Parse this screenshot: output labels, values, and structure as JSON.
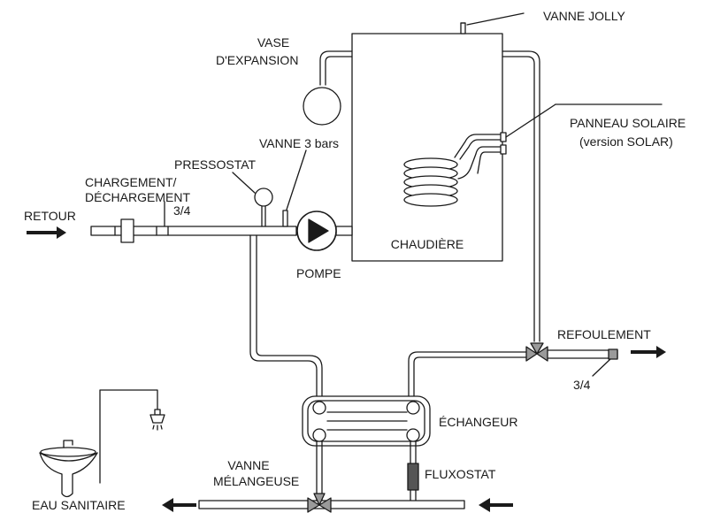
{
  "labels": {
    "vanne_jolly": "VANNE JOLLY",
    "vase_line1": "VASE",
    "vase_line2": "D'EXPANSION",
    "panneau_line1": "PANNEAU SOLAIRE",
    "panneau_line2": "(version SOLAR)",
    "vanne_3bars": "VANNE 3 bars",
    "pressostat": "PRESSOSTAT",
    "chargement_line1": "CHARGEMENT/",
    "chargement_line2": "DÉCHARGEMENT",
    "size_inlet": "3/4",
    "retour": "RETOUR",
    "chaudiere": "CHAUDIÈRE",
    "pompe": "POMPE",
    "refoulement": "REFOULEMENT",
    "size_outlet": "3/4",
    "echangeur": "ÉCHANGEUR",
    "vanne_mel_line1": "VANNE",
    "vanne_mel_line2": "MÉLANGEUSE",
    "fluxostat": "FLUXOSTAT",
    "eau_sanitaire": "EAU SANITAIRE"
  },
  "colors": {
    "line": "#1a1a1a",
    "pipe_fill": "#ffffff",
    "valve_fill": "#9a9a9a",
    "fluxostat_fill": "#555555"
  }
}
